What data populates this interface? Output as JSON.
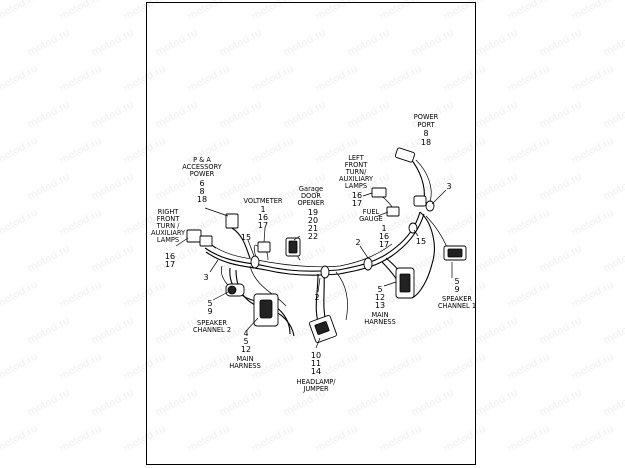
{
  "watermark": "motod.ru",
  "labels": {
    "power_port": [
      "POWER",
      "PORT"
    ],
    "power_port_nums": [
      "8",
      "18"
    ],
    "left_front": [
      "LEFT",
      "FRONT",
      "TURN/",
      "AUXILIARY",
      "LAMPS"
    ],
    "left_front_nums": [
      "16",
      "17"
    ],
    "pa_accessory": [
      "P & A",
      "ACCESSORY",
      "POWER"
    ],
    "pa_accessory_nums": [
      "6",
      "8",
      "18"
    ],
    "voltmeter": [
      "VOLTMETER"
    ],
    "voltmeter_nums": [
      "1",
      "16",
      "17"
    ],
    "garage": [
      "Garage",
      "DOOR",
      "OPENER"
    ],
    "garage_nums": [
      "19",
      "20",
      "21",
      "22"
    ],
    "fuel_gauge": [
      "FUEL",
      "GAUGE"
    ],
    "fuel_gauge_nums": [
      "1",
      "16",
      "17"
    ],
    "right_front": [
      "RIGHT",
      "FRONT",
      "TURN /",
      "AUXILIARY",
      "LAMPS"
    ],
    "right_front_nums": [
      "16",
      "17"
    ],
    "speaker1": [
      "SPEAKER",
      "CHANNEL 1"
    ],
    "speaker1_nums": [
      "5",
      "9"
    ],
    "speaker2": [
      "SPEAKER",
      "CHANNEL 2"
    ],
    "speaker2_nums": [
      "5",
      "9"
    ],
    "main_harness_left": [
      "MAIN",
      "HARNESS"
    ],
    "main_harness_left_nums": [
      "4",
      "5",
      "12"
    ],
    "main_harness_right": [
      "MAIN",
      "HARNESS"
    ],
    "main_harness_right_nums": [
      "5",
      "12",
      "13"
    ],
    "headlamp": [
      "HEADLAMP/",
      "JUMPER"
    ],
    "headlamp_nums": [
      "10",
      "11",
      "14"
    ],
    "callouts": {
      "c3_top": "3",
      "c15_right": "15",
      "c2_right": "2",
      "c15_left": "15",
      "c3_left": "3",
      "c2_center": "2"
    }
  }
}
